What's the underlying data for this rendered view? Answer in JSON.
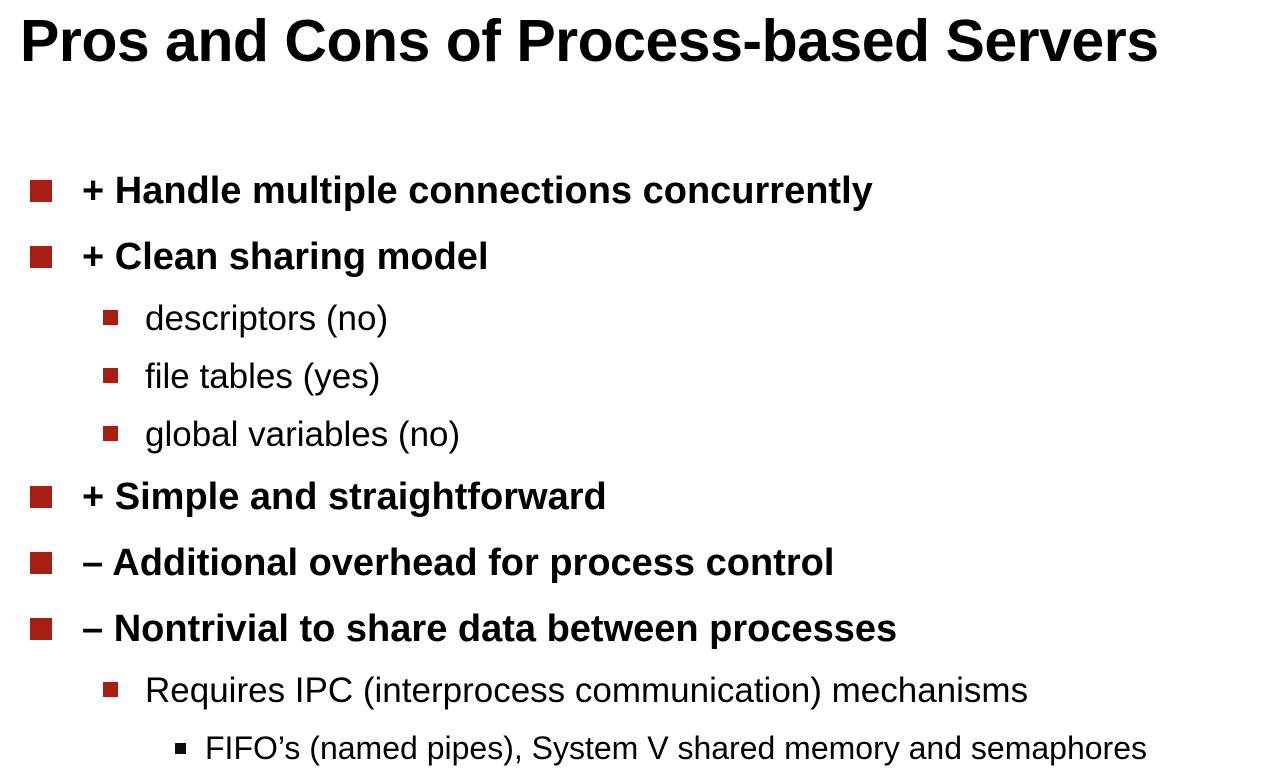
{
  "slide": {
    "title": "Pros and Cons of Process-based Servers",
    "background_color": "#FFFFFF",
    "text_color": "#000000",
    "accent_color": "#A81E12",
    "bullets": [
      {
        "level": 1,
        "marker": "square-bullet-red",
        "text": "+ Handle multiple connections concurrently"
      },
      {
        "level": 1,
        "marker": "square-bullet-red",
        "text": "+ Clean sharing model"
      },
      {
        "level": 2,
        "marker": "square-bullet-red-small",
        "text": "descriptors (no)"
      },
      {
        "level": 2,
        "marker": "square-bullet-red-small",
        "text": "file tables (yes)"
      },
      {
        "level": 2,
        "marker": "square-bullet-red-small",
        "text": "global variables (no)"
      },
      {
        "level": 1,
        "marker": "square-bullet-red",
        "text": "+ Simple and straightforward"
      },
      {
        "level": 1,
        "marker": "square-bullet-red",
        "text": "– Additional overhead for process control"
      },
      {
        "level": 1,
        "marker": "square-bullet-red",
        "text": "– Nontrivial to share data between processes"
      },
      {
        "level": 2,
        "marker": "square-bullet-red-small",
        "text": "Requires IPC (interprocess communication) mechanisms"
      },
      {
        "level": 3,
        "marker": "square-bullet-black-small",
        "text": "FIFO’s (named pipes),  System V shared memory and semaphores"
      }
    ]
  }
}
